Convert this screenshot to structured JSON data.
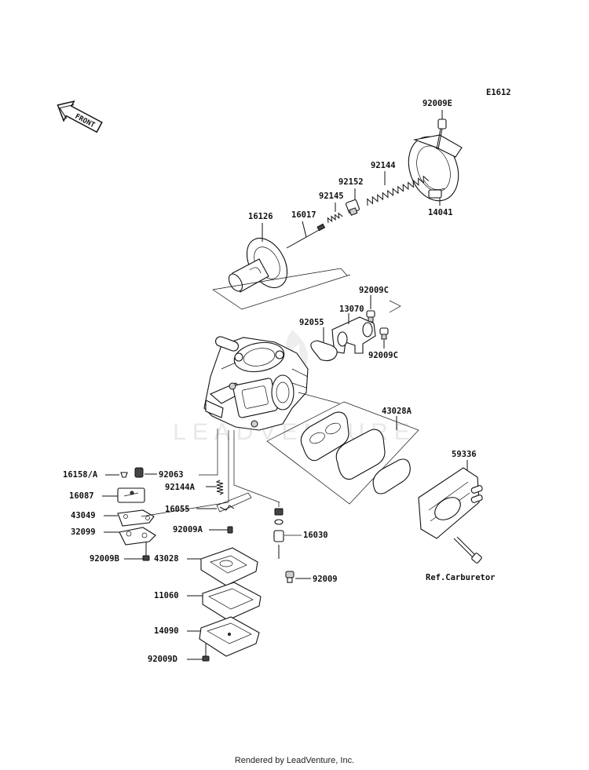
{
  "diagram": {
    "code": "E1612",
    "front_label": "FRONT",
    "watermark": "LEADVENTURE",
    "ref_note": "Ref.Carburetor",
    "parts": {
      "p92009E": "92009E",
      "p14041": "14041",
      "p92144": "92144",
      "p92152": "92152",
      "p92145": "92145",
      "p16126": "16126",
      "p16017": "16017",
      "p92009C_top": "92009C",
      "p13070": "13070",
      "p92055": "92055",
      "p92009C_bot": "92009C",
      "p43028A": "43028A",
      "p59336": "59336",
      "p16158A": "16158/A",
      "p92063": "92063",
      "p16087": "16087",
      "p92144A": "92144A",
      "p43049": "43049",
      "p16055": "16055",
      "p32099": "32099",
      "p92009A": "92009A",
      "p16030": "16030",
      "p92009B": "92009B",
      "p43028": "43028",
      "p92009": "92009",
      "p11060": "11060",
      "p14090": "14090",
      "p92009D": "92009D"
    }
  },
  "footer": "Rendered by LeadVenture, Inc."
}
